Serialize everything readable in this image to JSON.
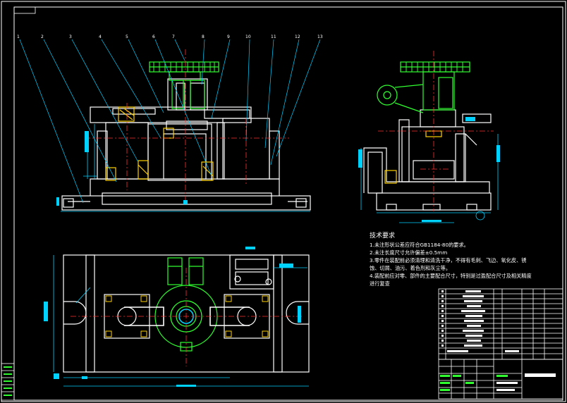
{
  "drawing": {
    "part_numbers": [
      "1",
      "2",
      "3",
      "4",
      "5",
      "6",
      "7",
      "8",
      "9",
      "10",
      "11",
      "12",
      "13"
    ],
    "technical_requirements": {
      "title": "技术要求",
      "lines": [
        "1.未注形状公差应符合GB1184-80的要求。",
        "2.未注长度尺寸允许偏差±0.5mm",
        "3.零件在装配前必须清理和清洗干净，不得有毛刺、飞边、氧化皮、锈",
        "蚀、切屑、油污、着色剂和灰尘等。",
        "4.装配前应对零、部件的主要配合尺寸，特别是过盈配合尺寸及相关精度",
        "进行复查"
      ]
    },
    "colors": {
      "background": "#000000",
      "outline": "#ffffff",
      "dimension": "#00d2ff",
      "centerline": "#ff3030",
      "handwheel": "#30ff30",
      "hatch": "#ffd000",
      "section": "#ff40ff"
    }
  }
}
